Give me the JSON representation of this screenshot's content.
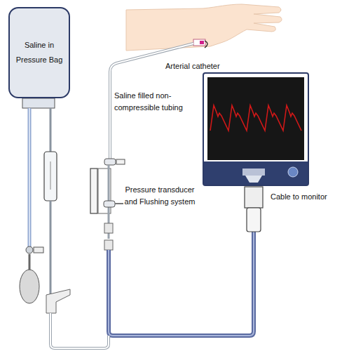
{
  "diagram": {
    "nodes": [
      {
        "text": [
          "Saline in Pressure Bag"
        ]
      }
    ],
    "labels": [
      "Arterial catheter",
      "Saline filled non-compressible tubing",
      "Pressure transducer and Flushing system",
      "Cable to monitor"
    ]
  }
}
